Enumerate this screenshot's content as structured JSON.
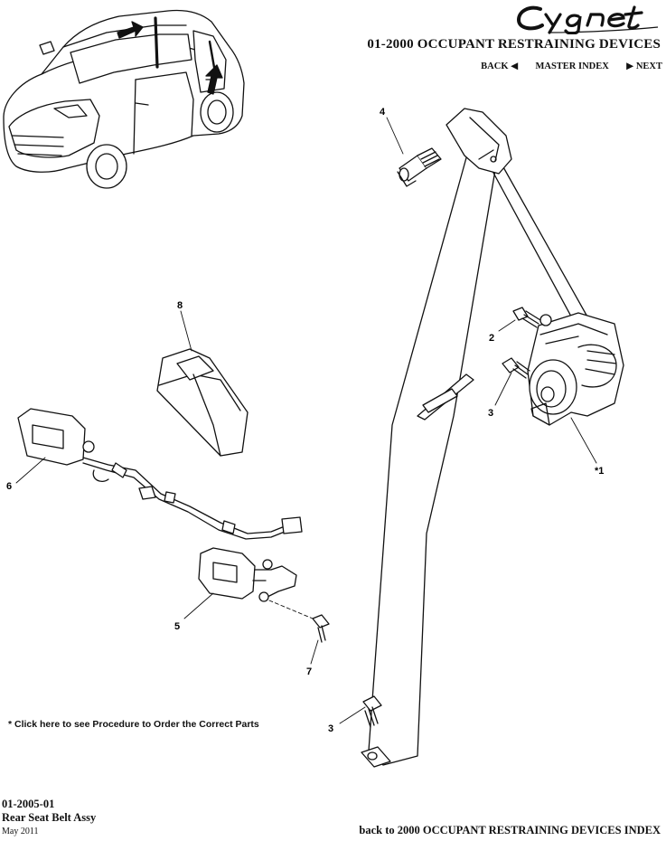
{
  "brand": {
    "logo_text": "Cygnet"
  },
  "header": {
    "section_title": "01-2000 OCCUPANT RESTRAINING DEVICES",
    "nav": {
      "back": "BACK",
      "master_index": "MASTER INDEX",
      "next": "NEXT"
    }
  },
  "callouts": {
    "c1": "*1",
    "c2": "2",
    "c3a": "3",
    "c3b": "3",
    "c4": "4",
    "c5": "5",
    "c6": "6",
    "c7": "7",
    "c8": "8"
  },
  "order_note": "* Click here to see Procedure to Order the Correct Parts",
  "footer": {
    "part_number": "01-2005-01",
    "part_name": "Rear Seat Belt Assy",
    "date": "May 2011",
    "back_link": "back to 2000 OCCUPANT RESTRAINING DEVICES INDEX"
  },
  "icons": [
    "back-triangle-icon",
    "next-triangle-icon",
    "locator-arrow-icon"
  ]
}
